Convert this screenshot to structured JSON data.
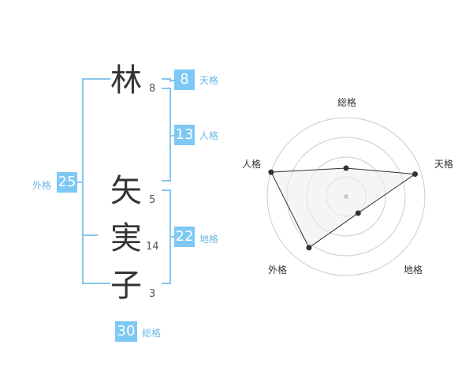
{
  "name_chars": [
    {
      "char": "林",
      "strokes": "8"
    },
    {
      "char": "矢",
      "strokes": "5"
    },
    {
      "char": "実",
      "strokes": "14"
    },
    {
      "char": "子",
      "strokes": "3"
    }
  ],
  "fortunes": {
    "tenkaku": {
      "label": "天格",
      "value": "8"
    },
    "jinkaku": {
      "label": "人格",
      "value": "13"
    },
    "chikaku": {
      "label": "地格",
      "value": "22"
    },
    "gaikaku": {
      "label": "外格",
      "value": "25"
    },
    "soukaku": {
      "label": "総格",
      "value": "30"
    }
  },
  "chart_data": {
    "type": "radar",
    "axes": [
      "総格",
      "天格",
      "地格",
      "外格",
      "人格"
    ],
    "values": [
      0.36,
      0.92,
      0.26,
      0.8,
      1.0
    ],
    "rings": 4,
    "colors": {
      "ring": "#cccccc",
      "fill": "#eeeeee",
      "line": "#333333",
      "point": "#333333",
      "center": "#cccccc"
    }
  },
  "colors": {
    "accent": "#7ec8f4",
    "accent_text": "#6fb7e6"
  }
}
